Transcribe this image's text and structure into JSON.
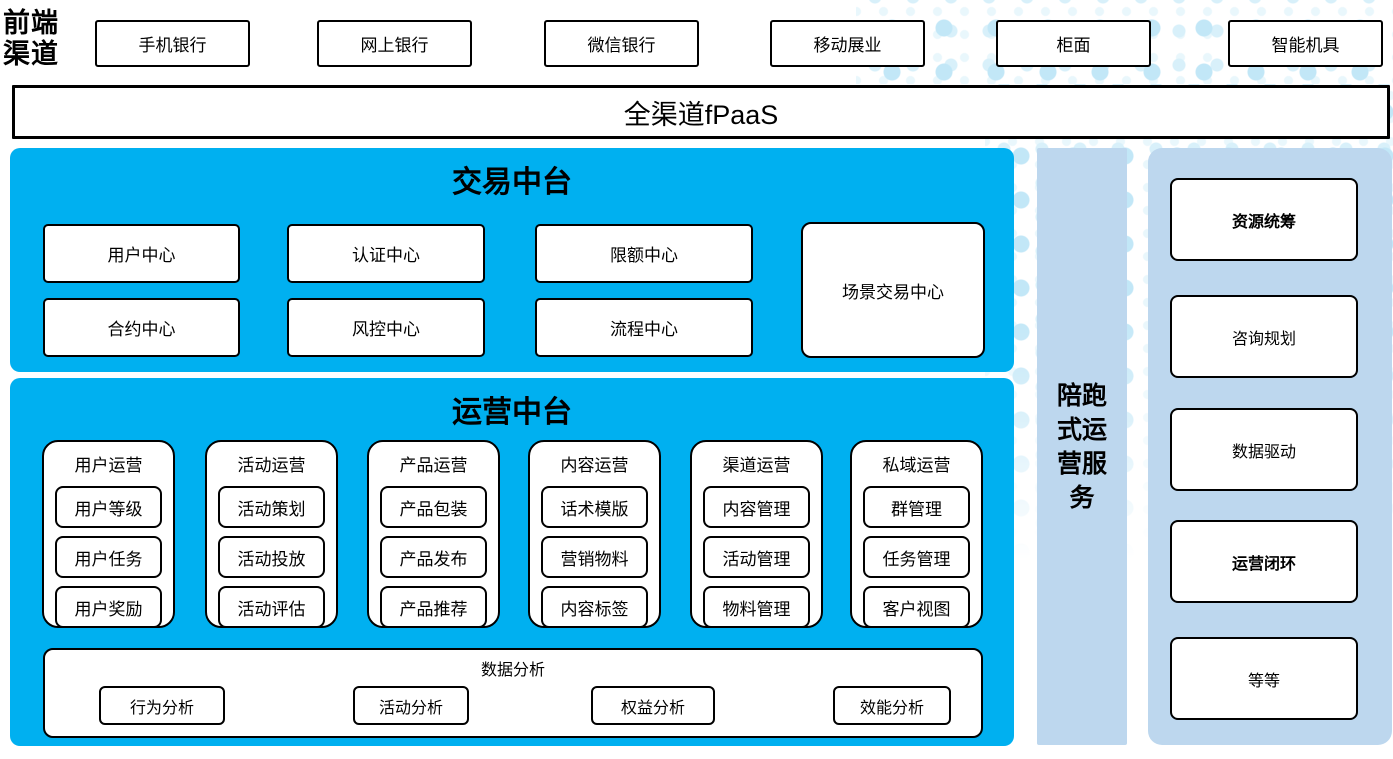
{
  "front_channels_label": "前端渠道",
  "channels": [
    "手机银行",
    "网上银行",
    "微信银行",
    "移动展业",
    "柜面",
    "智能机具"
  ],
  "fpaas_label": "全渠道fPaaS",
  "transaction_platform": {
    "title": "交易中台",
    "centers_row1": [
      "用户中心",
      "认证中心",
      "限额中心"
    ],
    "centers_row2": [
      "合约中心",
      "风控中心",
      "流程中心"
    ],
    "scene_center": "场景交易中心"
  },
  "operation_platform": {
    "title": "运营中台",
    "groups": [
      {
        "title": "用户运营",
        "items": [
          "用户等级",
          "用户任务",
          "用户奖励"
        ]
      },
      {
        "title": "活动运营",
        "items": [
          "活动策划",
          "活动投放",
          "活动评估"
        ]
      },
      {
        "title": "产品运营",
        "items": [
          "产品包装",
          "产品发布",
          "产品推荐"
        ]
      },
      {
        "title": "内容运营",
        "items": [
          "话术模版",
          "营销物料",
          "内容标签"
        ]
      },
      {
        "title": "渠道运营",
        "items": [
          "内容管理",
          "活动管理",
          "物料管理"
        ]
      },
      {
        "title": "私域运营",
        "items": [
          "群管理",
          "任务管理",
          "客户视图"
        ]
      }
    ],
    "data_analysis": {
      "title": "数据分析",
      "items": [
        "行为分析",
        "活动分析",
        "权益分析",
        "效能分析"
      ]
    }
  },
  "companion_service_label": "陪跑式运营服务",
  "service_panel": {
    "items": [
      "资源统筹",
      "咨询规划",
      "数据驱动",
      "运营闭环",
      "等等"
    ]
  },
  "colors": {
    "platform_blue": "#00b0f0",
    "panel_light_blue": "#bdd7ee",
    "dot_blue": "#c2e7f7",
    "border_black": "#000000"
  }
}
